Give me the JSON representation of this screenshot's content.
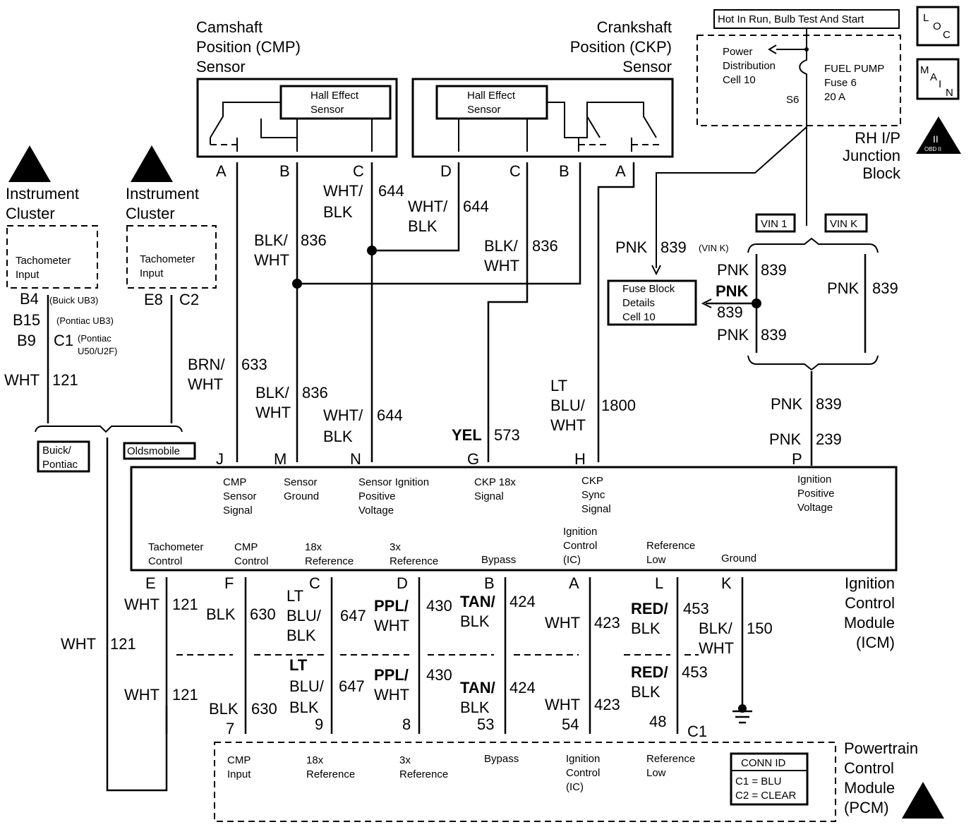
{
  "sensors": {
    "cmp": {
      "line1": "Camshaft",
      "line2": "Position (CMP)",
      "line3": "Sensor",
      "hall_line1": "Hall Effect",
      "hall_line2": "Sensor",
      "pins": [
        "A",
        "B",
        "C"
      ]
    },
    "ckp": {
      "line1": "Crankshaft",
      "line2": "Position (CKP)",
      "line3": "Sensor",
      "hall_line1": "Hall Effect",
      "hall_line2": "Sensor",
      "pins": [
        "D",
        "C",
        "B",
        "A"
      ]
    }
  },
  "junction": {
    "header": "Hot In Run, Bulb Test And Start",
    "power_line1": "Power",
    "power_line2": "Distribution",
    "power_line3": "Cell 10",
    "fuse_line1": "FUEL PUMP",
    "fuse_line2": "Fuse 6",
    "fuse_line3": "20 A",
    "splice": "S6",
    "label_line1": "RH I/P",
    "label_line2": "Junction",
    "label_line3": "Block"
  },
  "side_boxes": {
    "loc": [
      "L",
      "O",
      "C"
    ],
    "main": [
      "M",
      "A",
      "I",
      "N"
    ],
    "obd": [
      "II",
      "OBD II"
    ]
  },
  "clusters": [
    {
      "line1": "Instrument",
      "line2": "Cluster",
      "inner1": "Tachometer",
      "inner2": "Input"
    },
    {
      "line1": "Instrument",
      "line2": "Cluster",
      "inner1": "Tachometer",
      "inner2": "Input"
    }
  ],
  "cluster_pins": {
    "b4": "B4",
    "b4_note": "(Buick UB3)",
    "b15": "B15",
    "b15_note": "(Pontiac UB3)",
    "b9": "B9",
    "c1": "C1",
    "c1_note1": "(Pontiac",
    "c1_note2": "U50/U2F)",
    "e8": "E8",
    "c2": "C2"
  },
  "options": {
    "buick": [
      "Buick/",
      "Pontiac"
    ],
    "olds": "Oldsmobile"
  },
  "vin": {
    "vin1": "VIN 1",
    "vink": "VIN K",
    "vink_note": "(VIN K)"
  },
  "fuse_block": {
    "line1": "Fuse Block",
    "line2": "Details",
    "line3": "Cell 10"
  },
  "wires": {
    "pnk": "PNK",
    "n839": "839",
    "n239": "239",
    "wht": "WHT",
    "wht_s": "WHT/",
    "blk": "BLK",
    "blk_s": "BLK/",
    "brn_s": "BRN/",
    "lt": "LT",
    "blu_s": "BLU/",
    "yel": "YEL",
    "ppl_s": "PPL/",
    "tan_s": "TAN/",
    "red_s": "RED/",
    "n121": "121",
    "n633": "633",
    "n836": "836",
    "n644": "644",
    "n573": "573",
    "n1800": "1800",
    "n630": "630",
    "n647": "647",
    "n430": "430",
    "n424": "424",
    "n423": "423",
    "n453": "453",
    "n150": "150"
  },
  "icm": {
    "pins_top": [
      "J",
      "M",
      "N",
      "G",
      "H",
      "P"
    ],
    "top_labels": [
      [
        "CMP",
        "Sensor",
        "Signal"
      ],
      [
        "Sensor",
        "Ground"
      ],
      [
        "Sensor Ignition",
        "Positive",
        "Voltage"
      ],
      [
        "CKP 18x",
        "Signal"
      ],
      [
        "CKP",
        "Sync",
        "Signal"
      ],
      [
        "Ignition",
        "Positive",
        "Voltage"
      ]
    ],
    "bottom_labels": [
      [
        "Tachometer",
        "Control"
      ],
      [
        "CMP",
        "Control"
      ],
      [
        "18x",
        "Reference"
      ],
      [
        "3x",
        "Reference"
      ],
      [
        "Bypass"
      ],
      [
        "Ignition",
        "Control",
        "(IC)"
      ],
      [
        "Reference",
        "Low"
      ],
      [
        "Ground"
      ]
    ],
    "pins_bottom": [
      "E",
      "F",
      "C",
      "D",
      "B",
      "A",
      "L",
      "K"
    ],
    "name": [
      "Ignition",
      "Control",
      "Module",
      "(ICM)"
    ]
  },
  "pcm": {
    "pins": [
      "7",
      "9",
      "8",
      "53",
      "54",
      "48"
    ],
    "connector": "C1",
    "labels": [
      [
        "CMP",
        "Input"
      ],
      [
        "18x",
        "Reference"
      ],
      [
        "3x",
        "Reference"
      ],
      [
        "Bypass"
      ],
      [
        "Ignition",
        "Control",
        "(IC)"
      ],
      [
        "Reference",
        "Low"
      ]
    ],
    "conn_title": "CONN ID",
    "conn1": "C1 = BLU",
    "conn2": "C2 = CLEAR",
    "name": [
      "Powertrain",
      "Control",
      "Module",
      "(PCM)"
    ]
  }
}
